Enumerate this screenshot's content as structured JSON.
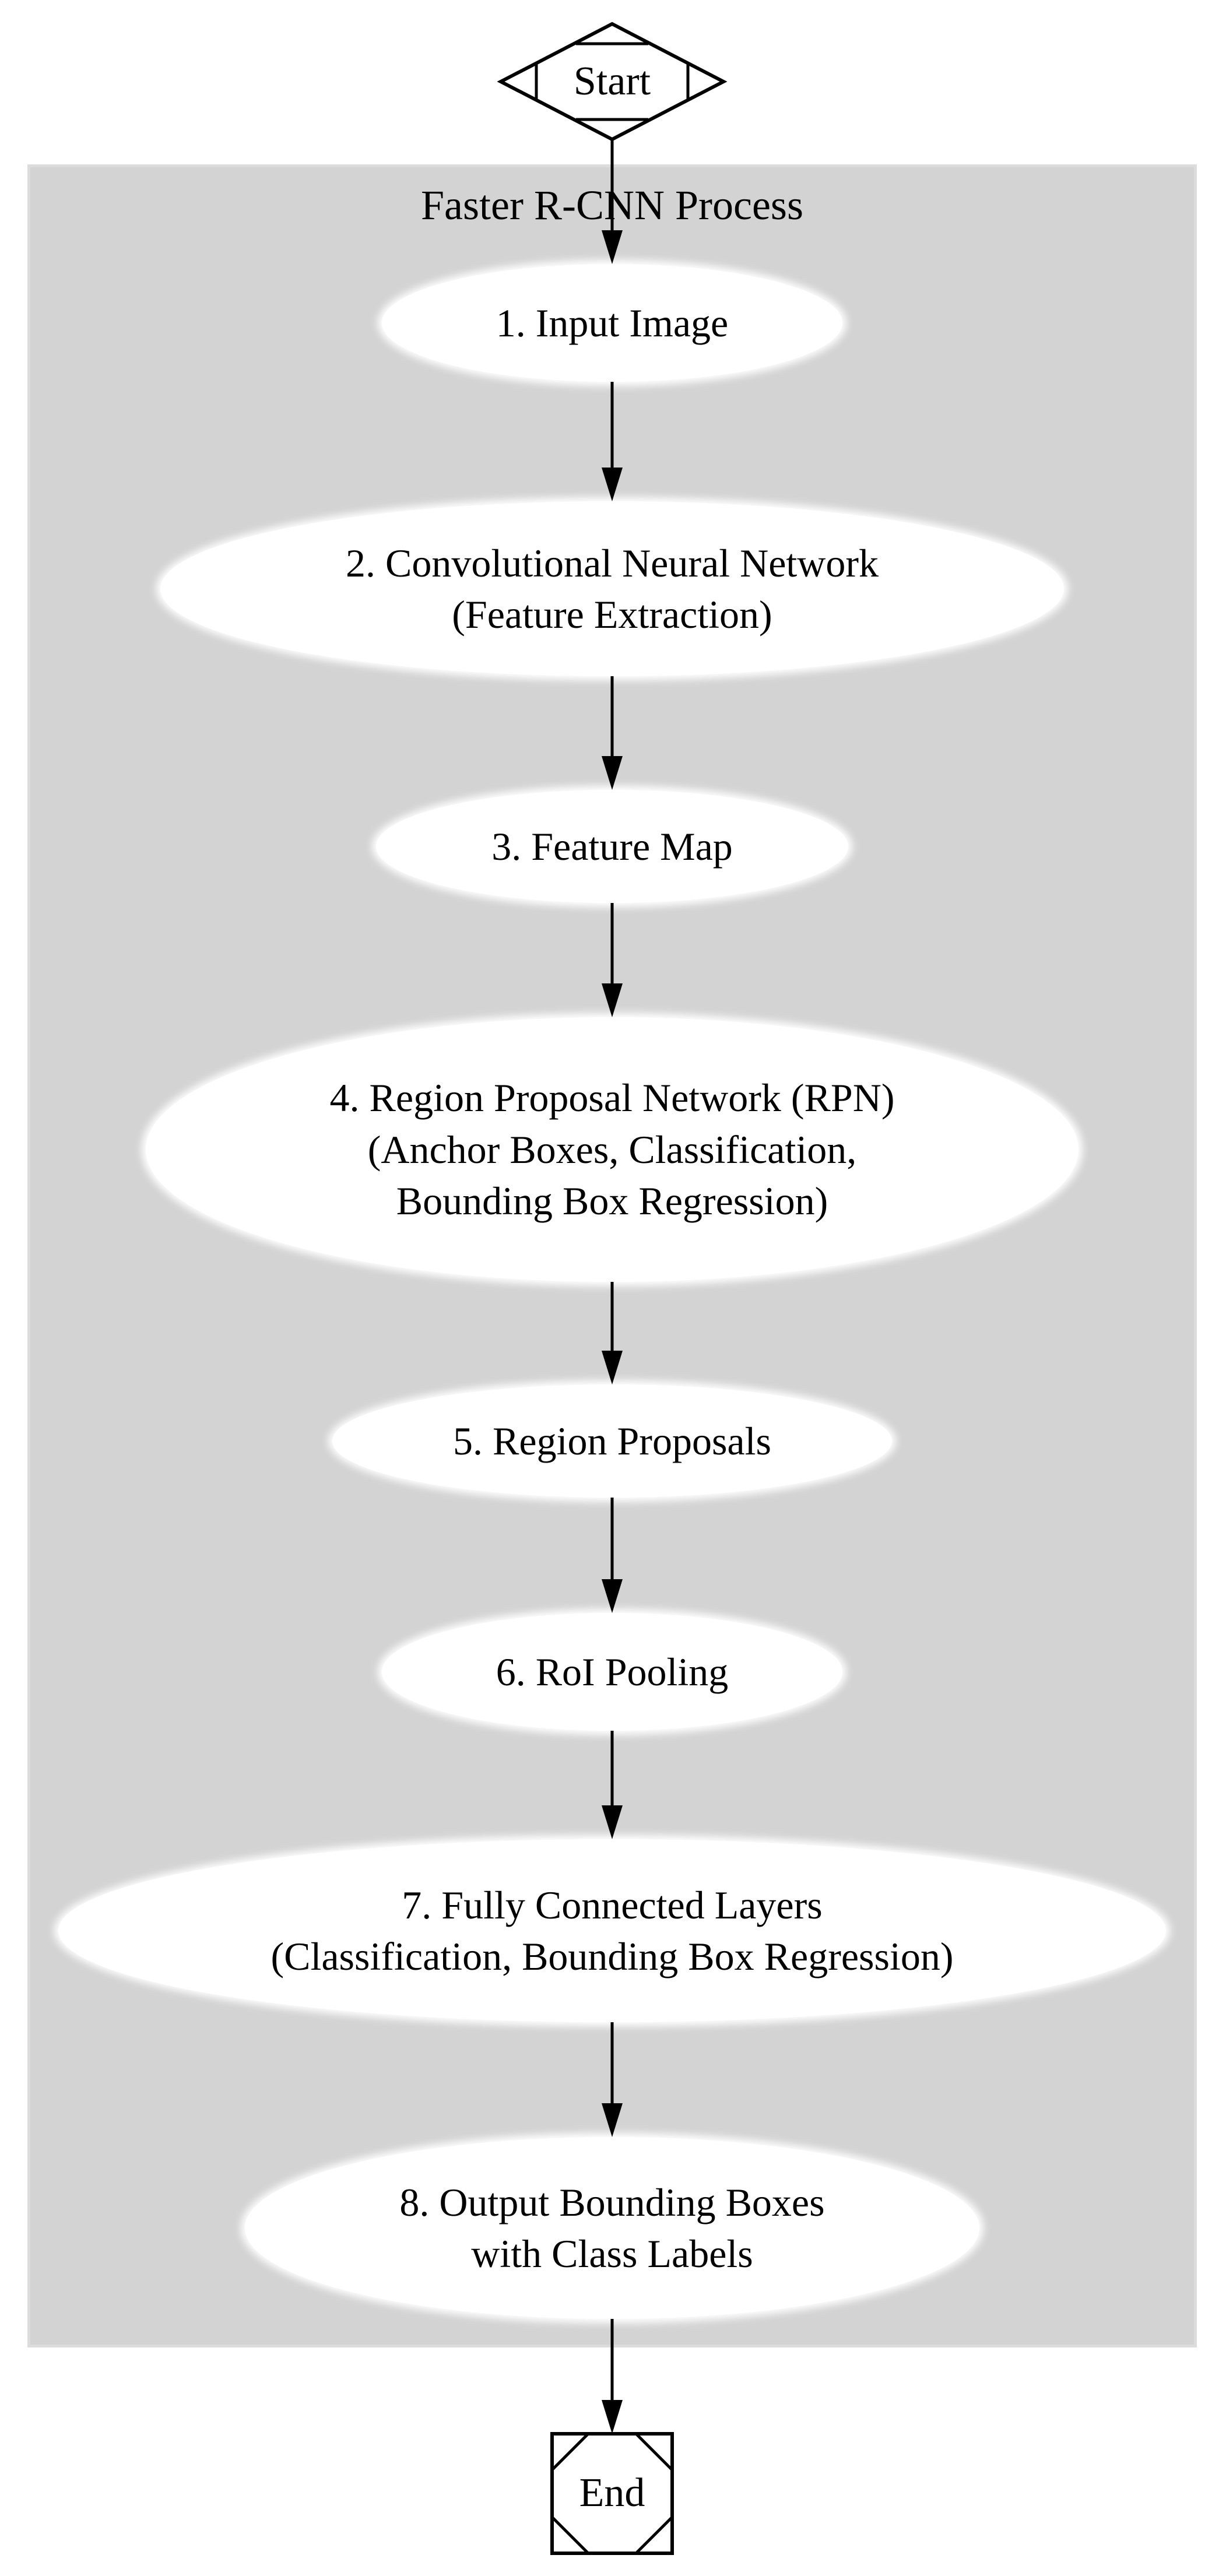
{
  "diagram": {
    "start_label": "Start",
    "end_label": "End",
    "cluster_label": "Faster R-CNN Process",
    "nodes": [
      {
        "name": "input-image",
        "lines": [
          "1. Input Image"
        ]
      },
      {
        "name": "cnn-feature-extraction",
        "lines": [
          "2. Convolutional Neural Network",
          "(Feature Extraction)"
        ]
      },
      {
        "name": "feature-map",
        "lines": [
          "3. Feature Map"
        ]
      },
      {
        "name": "region-proposal-network",
        "lines": [
          "4. Region Proposal Network (RPN)",
          "(Anchor Boxes, Classification,",
          "Bounding Box Regression)"
        ]
      },
      {
        "name": "region-proposals",
        "lines": [
          "5. Region Proposals"
        ]
      },
      {
        "name": "roi-pooling",
        "lines": [
          "6. RoI Pooling"
        ]
      },
      {
        "name": "fully-connected-layers",
        "lines": [
          "7. Fully Connected Layers",
          "(Classification, Bounding Box Regression)"
        ]
      },
      {
        "name": "output-bounding-boxes",
        "lines": [
          "8. Output Bounding Boxes",
          "with Class Labels"
        ]
      }
    ],
    "colors": {
      "background": "#ffffff",
      "cluster_fill": "#d3d3d3",
      "cluster_edge": "#dcdcdc",
      "node_fill": "#ffffff",
      "line": "#000000",
      "text": "#000000"
    }
  }
}
